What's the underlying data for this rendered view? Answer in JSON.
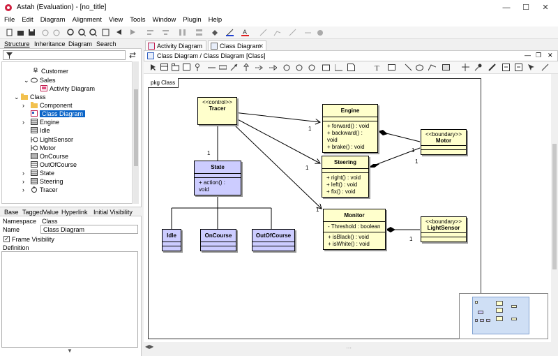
{
  "window": {
    "title": "Astah (Evaluation) - [no_title]",
    "minimize": "—",
    "maximize": "☐",
    "close": "✕"
  },
  "menu": [
    "File",
    "Edit",
    "Diagram",
    "Alignment",
    "View",
    "Tools",
    "Window",
    "Plugin",
    "Help"
  ],
  "left_tabs": [
    "Structure",
    "Inheritance",
    "Diagram",
    "Search"
  ],
  "tree": [
    {
      "label": "Customer",
      "icon": "actor-icon",
      "indent": 1
    },
    {
      "label": "Sales",
      "icon": "usecase-icon",
      "indent": 1,
      "expanded": true
    },
    {
      "label": "Activity Diagram",
      "icon": "activity-diagram-icon",
      "indent": 2
    },
    {
      "label": "Class",
      "icon": "package-icon",
      "indent": 0,
      "expanded": true
    },
    {
      "label": "Component",
      "icon": "package-icon",
      "indent": 1
    },
    {
      "label": "Class Diagram",
      "icon": "class-diagram-icon",
      "indent": 1,
      "selected": true
    },
    {
      "label": "Engine",
      "icon": "class-icon",
      "indent": 1
    },
    {
      "label": "Idle",
      "icon": "class-icon",
      "indent": 1
    },
    {
      "label": "LightSensor",
      "icon": "boundary-icon",
      "indent": 1
    },
    {
      "label": "Motor",
      "icon": "boundary-icon",
      "indent": 1
    },
    {
      "label": "OnCourse",
      "icon": "class-icon",
      "indent": 1
    },
    {
      "label": "OutOfCourse",
      "icon": "class-icon",
      "indent": 1
    },
    {
      "label": "State",
      "icon": "class-icon",
      "indent": 1
    },
    {
      "label": "Steering",
      "icon": "class-icon",
      "indent": 1
    },
    {
      "label": "Tracer",
      "icon": "control-icon",
      "indent": 1
    }
  ],
  "prop_tabs": [
    "Base",
    "TaggedValue",
    "Hyperlink",
    "Initial Visibility"
  ],
  "props": {
    "namespace_label": "Namespace",
    "namespace_value": "Class",
    "name_label": "Name",
    "name_value": "Class Diagram",
    "frame_visibility": "Frame Visibility",
    "definition": "Definition"
  },
  "editor_tabs": [
    "Activity Diagram",
    "Class Diagram"
  ],
  "breadcrumb": "Class Diagram / Class Diagram [Class]",
  "frame_label": "pkg Class",
  "classes": {
    "tracer": {
      "stereo": "<<control>>",
      "name": "Tracer"
    },
    "engine": {
      "name": "Engine",
      "ops": [
        "+ forward() : void",
        "+ backward() : void",
        "+ brake() : void"
      ]
    },
    "motor": {
      "stereo": "<<boundary>>",
      "name": "Motor"
    },
    "steering": {
      "name": "Steering",
      "ops": [
        "+ right() : void",
        "+ left() : void",
        "+ fix() : void"
      ]
    },
    "state": {
      "name": "State",
      "ops": [
        "+ action() : void"
      ]
    },
    "monitor": {
      "name": "Monitor",
      "attrs": [
        "- Threshold : boolean"
      ],
      "ops": [
        "+ isBlack() : void",
        "+ isWhite() : void"
      ]
    },
    "lightsensor": {
      "stereo": "<<boundary>>",
      "name": "LightSensor"
    },
    "idle": {
      "name": "Idle"
    },
    "oncourse": {
      "name": "OnCourse"
    },
    "outofcourse": {
      "name": "OutOfCourse"
    }
  },
  "multiplicities": {
    "m1": "1",
    "m2": "1",
    "m3": "1",
    "m4": "1",
    "m5": "1",
    "m6": "1",
    "m7": "1"
  },
  "colors": {
    "selection": "#0a64c8",
    "class_yellow": "#ffffcc",
    "class_purple": "#ccccff"
  }
}
